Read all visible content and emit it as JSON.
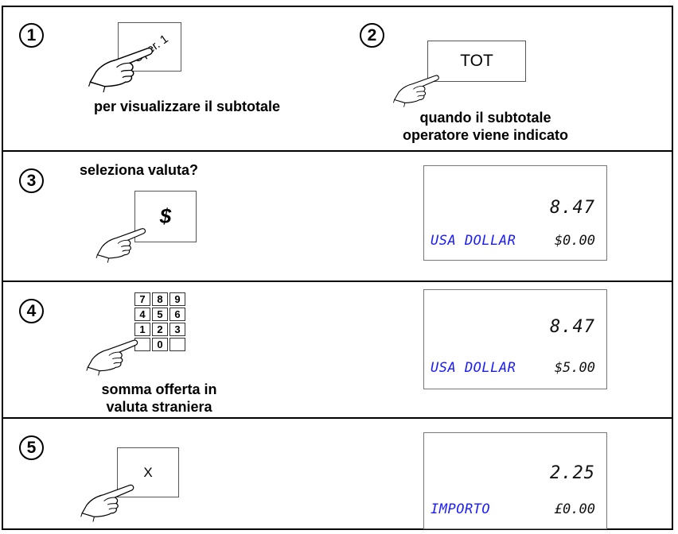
{
  "steps": [
    {
      "number": "1",
      "key": "Oper. 1",
      "caption": "per visualizzare il subtotale"
    },
    {
      "number": "2",
      "key": "TOT",
      "caption_line1": "quando il subtotale",
      "caption_line2": "operatore viene indicato"
    },
    {
      "number": "3",
      "key": "$",
      "caption": "seleziona valuta?",
      "display": {
        "amount": "8.47",
        "currency": "USA DOLLAR",
        "value": "$0.00"
      }
    },
    {
      "number": "4",
      "caption_line1": "somma offerta in",
      "caption_line2": "valuta straniera",
      "keypad": [
        "7",
        "8",
        "9",
        "4",
        "5",
        "6",
        "1",
        "2",
        "3",
        "",
        "0",
        ""
      ],
      "display": {
        "amount": "8.47",
        "currency": "USA DOLLAR",
        "value": "$5.00"
      }
    },
    {
      "number": "5",
      "key": "X",
      "display": {
        "amount": "2.25",
        "currency": "IMPORTO",
        "value": "£0.00"
      }
    }
  ]
}
